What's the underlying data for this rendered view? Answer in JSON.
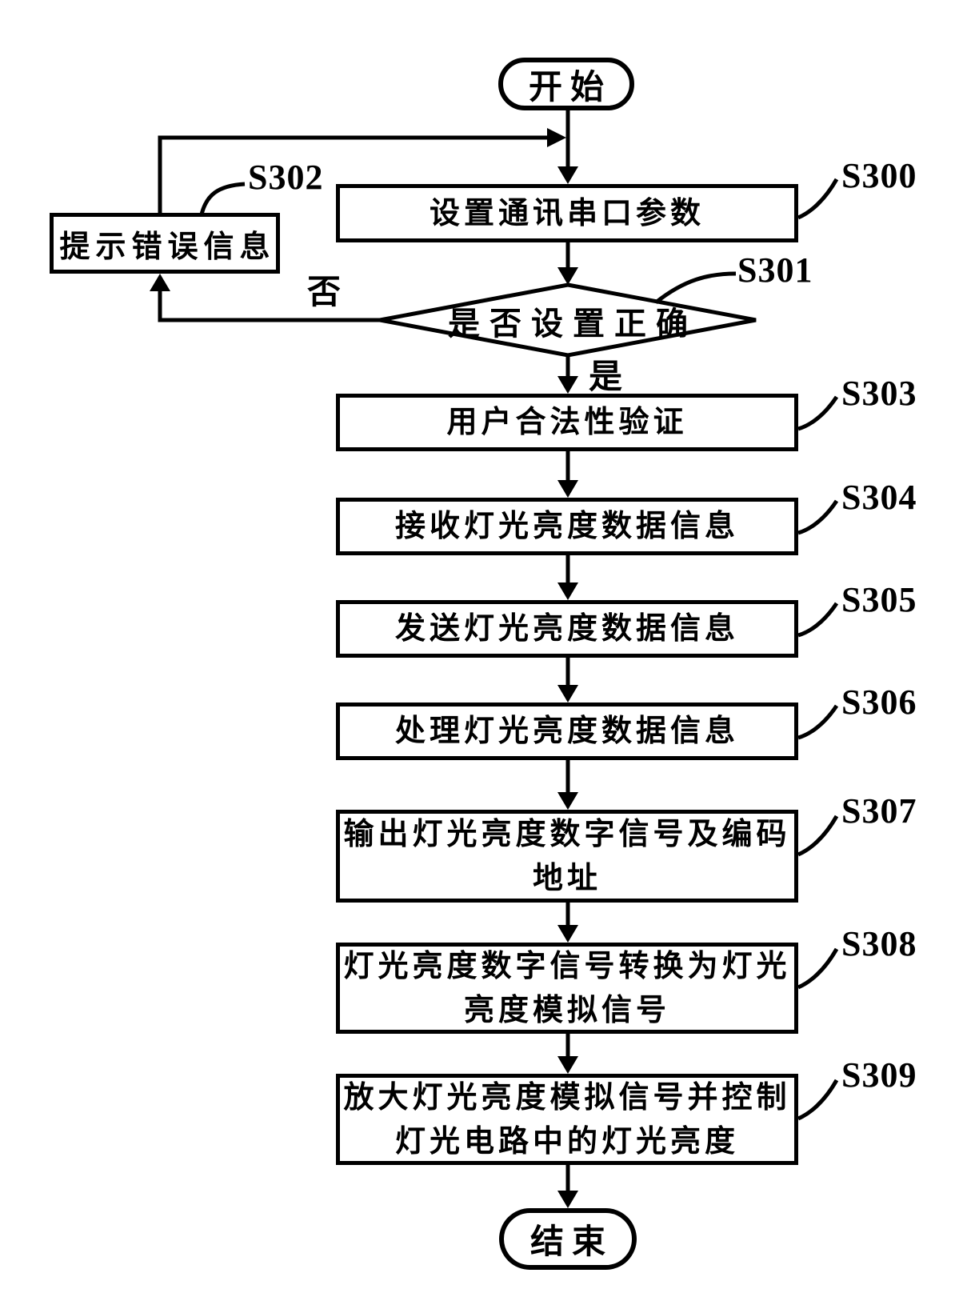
{
  "flowchart": {
    "start": {
      "label": "开始"
    },
    "end": {
      "label": "结束"
    },
    "steps": [
      {
        "id": "S300",
        "text": "设置通讯串口参数",
        "type": "process"
      },
      {
        "id": "S301",
        "text": "是否设置正确",
        "type": "decision",
        "yes": "是",
        "no": "否"
      },
      {
        "id": "S302",
        "text": "提示错误信息",
        "type": "process"
      },
      {
        "id": "S303",
        "text": "用户合法性验证",
        "type": "process"
      },
      {
        "id": "S304",
        "text": "接收灯光亮度数据信息",
        "type": "process"
      },
      {
        "id": "S305",
        "text": "发送灯光亮度数据信息",
        "type": "process"
      },
      {
        "id": "S306",
        "text": "处理灯光亮度数据信息",
        "type": "process"
      },
      {
        "id": "S307",
        "text": "输出灯光亮度数字信号及编码地址",
        "type": "process"
      },
      {
        "id": "S308",
        "text": "灯光亮度数字信号转换为灯光亮度模拟信号",
        "type": "process"
      },
      {
        "id": "S309",
        "text": "放大灯光亮度模拟信号并控制灯光电路中的灯光亮度",
        "type": "process"
      }
    ],
    "colors": {
      "line": "#000000",
      "background": "#ffffff",
      "text": "#000000"
    }
  }
}
